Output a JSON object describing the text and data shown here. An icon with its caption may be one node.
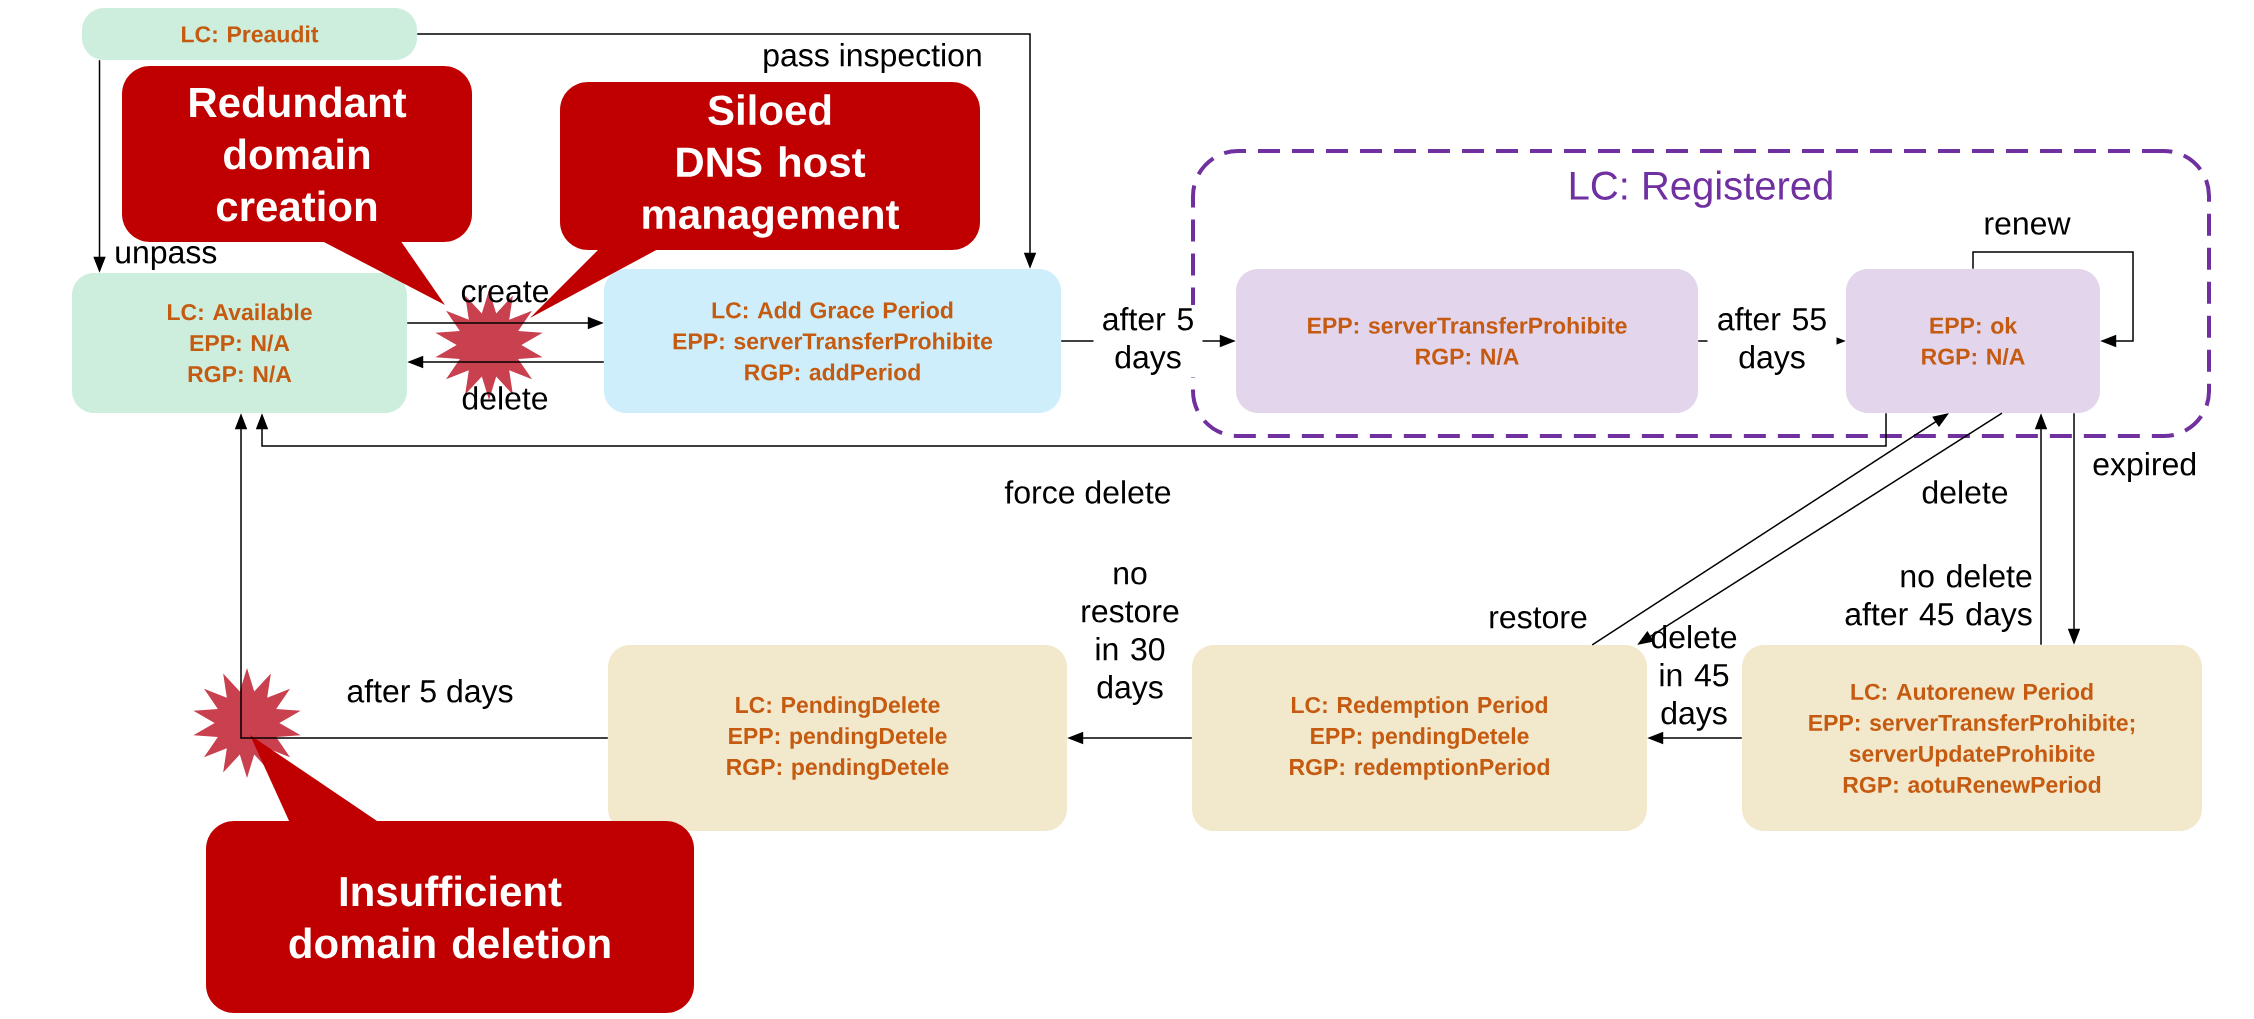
{
  "diagram": {
    "nodes": [
      {
        "text": [
          "LC: Preaudit"
        ]
      },
      {
        "text": [
          "LC: Available",
          "EPP: N/A",
          "RGP: N/A"
        ]
      },
      {
        "text": [
          "LC: Add Grace Period",
          "EPP: serverTransferProhibite",
          "RGP: addPeriod"
        ]
      },
      {
        "text": [
          "LC: Registered"
        ]
      },
      {
        "text": [
          "EPP: serverTransferProhibite",
          "RGP: N/A"
        ],
        "in": 3
      },
      {
        "text": [
          "EPP: ok",
          "RGP: N/A"
        ],
        "in": 3
      },
      {
        "text": [
          "LC: Autorenew Period",
          "EPP: serverTransferProhibite;",
          "serverUpdateProhibite",
          "RGP: aotuRenewPeriod"
        ]
      },
      {
        "text": [
          "LC: Redemption Period",
          "EPP: pendingDetele",
          "RGP: redemptionPeriod"
        ]
      },
      {
        "text": [
          "LC: PendingDelete",
          "EPP: pendingDetele",
          "RGP: pendingDetele"
        ]
      },
      {
        "text": [
          "Redundant domain creation"
        ]
      },
      {
        "text": [
          "Siloed DNS host management"
        ]
      },
      {
        "text": [
          "Insufficient domain deletion"
        ]
      }
    ],
    "edges": [
      {
        "from": 0,
        "to": 2,
        "arrow": "to",
        "label": "pass inspection"
      },
      {
        "from": 0,
        "to": 1,
        "arrow": "to",
        "label": "unpass"
      },
      {
        "from": 1,
        "to": 2,
        "arrow": "to",
        "label": "create"
      },
      {
        "from": 2,
        "to": 1,
        "arrow": "to",
        "label": "delete"
      },
      {
        "from": 2,
        "to": 4,
        "arrow": "to",
        "label": "after 5 days"
      },
      {
        "from": 4,
        "to": 5,
        "arrow": "to",
        "label": "after 55 days"
      },
      {
        "from": 5,
        "to": 5,
        "arrow": "to",
        "label": "renew"
      },
      {
        "from": 5,
        "to": 1,
        "arrow": "to",
        "label": "force delete"
      },
      {
        "from": 5,
        "to": 6,
        "arrow": "to",
        "label": "expired"
      },
      {
        "from": 6,
        "to": 5,
        "arrow": "to",
        "label": "no delete after 45 days"
      },
      {
        "from": 5,
        "to": 7,
        "arrow": "to",
        "label": "delete"
      },
      {
        "from": 7,
        "to": 5,
        "arrow": "to",
        "label": "restore"
      },
      {
        "from": 6,
        "to": 7,
        "arrow": "to",
        "label": "delete in 45 days"
      },
      {
        "from": 7,
        "to": 8,
        "arrow": "to",
        "label": "no restore in 30 days"
      },
      {
        "from": 8,
        "to": 1,
        "arrow": "to",
        "label": "after 5 days"
      }
    ]
  }
}
